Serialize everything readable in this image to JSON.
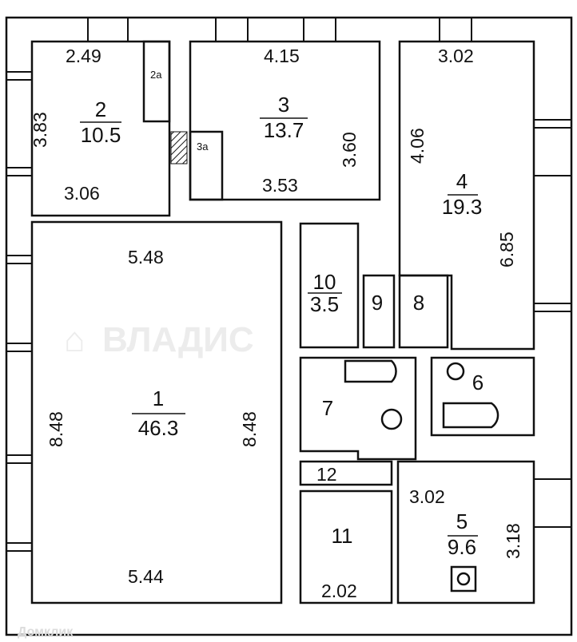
{
  "watermarks": {
    "main": "ВЛАДИС",
    "corner": "Домклик"
  },
  "rooms": {
    "r1": {
      "number": "1",
      "area": "46.3",
      "dims": [
        "5.48",
        "8.48",
        "8.48",
        "5.44"
      ]
    },
    "r2": {
      "number": "2",
      "area": "10.5",
      "dims": [
        "2.49",
        "3.83",
        "3.06"
      ]
    },
    "r2a": {
      "number": "2a"
    },
    "r3": {
      "number": "3",
      "area": "13.7",
      "dims": [
        "4.15",
        "3.60",
        "3.53"
      ]
    },
    "r3a": {
      "number": "3a"
    },
    "r4": {
      "number": "4",
      "area": "19.3",
      "dims": [
        "3.02",
        "4.06",
        "6.85"
      ]
    },
    "r5": {
      "number": "5",
      "area": "9.6",
      "dims": [
        "3.02",
        "3.18"
      ]
    },
    "r6": {
      "number": "6"
    },
    "r7": {
      "number": "7"
    },
    "r8": {
      "number": "8"
    },
    "r9": {
      "number": "9"
    },
    "r10": {
      "number": "10",
      "area": "3.5"
    },
    "r11": {
      "number": "11",
      "dims": [
        "2.02"
      ]
    },
    "r12": {
      "number": "12"
    }
  },
  "colors": {
    "line": "#111111",
    "background": "#ffffff"
  }
}
